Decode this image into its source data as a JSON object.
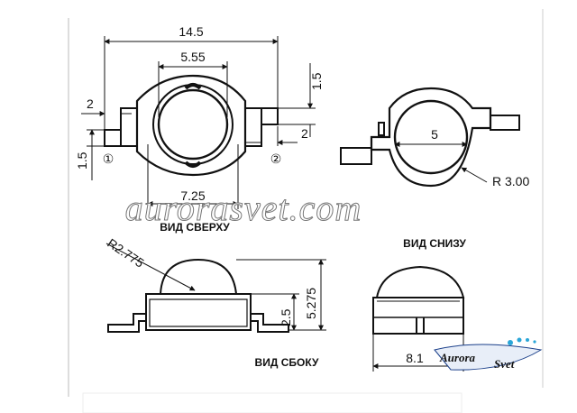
{
  "top_view": {
    "dim_total_width": "14.5",
    "dim_body_width": "5.55",
    "dim_lead_width": "2",
    "dim_lead_length": "1.5",
    "dim_right_lead_length": "1.5",
    "dim_right_lead_width": "2",
    "dim_bottom_width": "7.25",
    "pin1_marker": "①",
    "pin2_marker": "②",
    "caption": "ВИД СВЕРХУ"
  },
  "bottom_view": {
    "dim_inner_diameter": "5",
    "dim_radius": "R 3.00",
    "caption": "ВИД СНИЗУ"
  },
  "side_view": {
    "dim_dome_radius": "R2.775",
    "dim_body_height": "2.5",
    "dim_total_height": "5.275",
    "caption": "ВИД СБОКУ"
  },
  "side_view_2": {
    "dim_width": "8.1"
  },
  "watermark": "aurorasvet.com",
  "logo": {
    "word1": "Aurora",
    "word2": "Svet",
    "colors": {
      "primary": "#1a3f8a",
      "accent": "#2aa6d8"
    }
  }
}
